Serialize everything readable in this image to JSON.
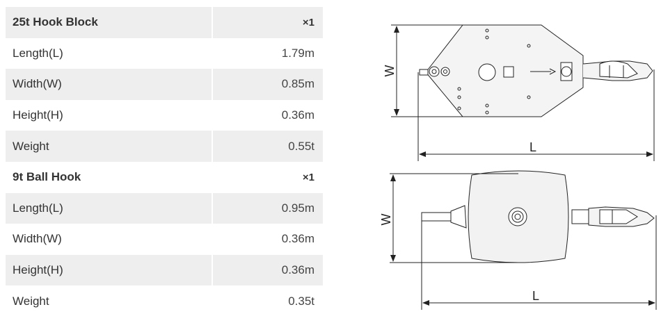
{
  "spec_table": {
    "groups": [
      {
        "name": "25t Hook Block",
        "quantity": "×1",
        "rows": [
          {
            "label": "Length(L)",
            "value": "1.79m"
          },
          {
            "label": "Width(W)",
            "value": "0.85m"
          },
          {
            "label": "Height(H)",
            "value": "0.36m"
          },
          {
            "label": "Weight",
            "value": "0.55t"
          }
        ]
      },
      {
        "name": "9t Ball Hook",
        "quantity": "×1",
        "rows": [
          {
            "label": "Length(L)",
            "value": "0.95m"
          },
          {
            "label": "Width(W)",
            "value": "0.36m"
          },
          {
            "label": "Height(H)",
            "value": "0.36m"
          },
          {
            "label": "Weight",
            "value": "0.35t"
          }
        ]
      }
    ]
  },
  "diagrams": {
    "top": {
      "width_label": "W",
      "length_label": "L"
    },
    "bottom": {
      "width_label": "W",
      "length_label": "L"
    }
  },
  "colors": {
    "row_gray": "#eeeeee",
    "text": "#333333",
    "line": "#222222",
    "body_fill": "#f2f2f2"
  }
}
